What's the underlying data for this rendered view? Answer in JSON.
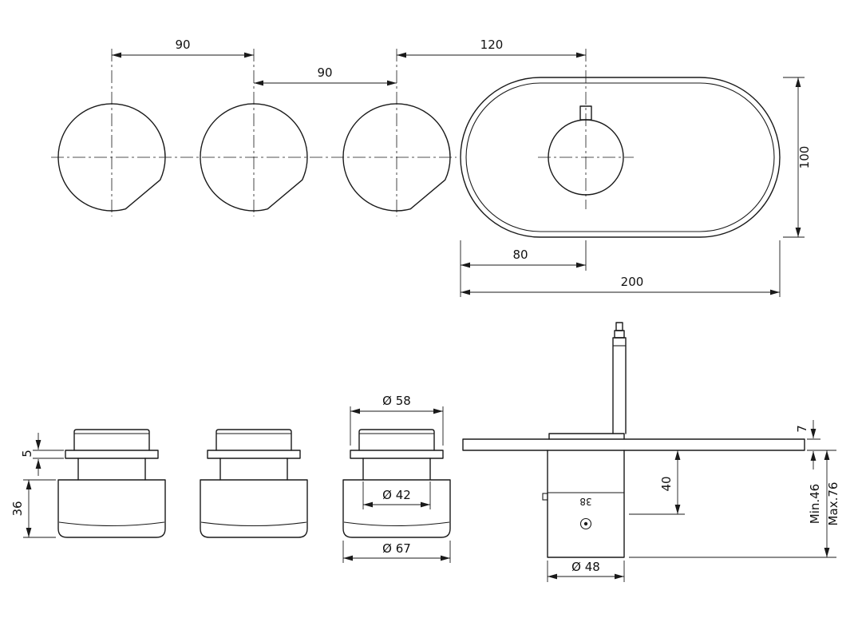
{
  "drawing": {
    "top_view": {
      "dim_knob_spacing_left": "90",
      "dim_knob_spacing_right": "90",
      "dim_handle_offset": "120",
      "dim_plate_height": "100",
      "dim_handle_from_edge": "80",
      "dim_plate_width": "200"
    },
    "knob_side_view": {
      "dim_collar_thickness": "5",
      "dim_body_height": "36",
      "dim_collar_diameter": "Ø 58",
      "dim_stem_diameter": "Ø 42",
      "dim_body_diameter": "Ø 67"
    },
    "mixer_side_view": {
      "dim_plate_thickness": "7",
      "dim_screw_offset": "40",
      "dim_body_diameter": "Ø 48",
      "body_marking": "38",
      "dim_depth_min": "Min.46",
      "dim_depth_max": "Max.76"
    }
  }
}
